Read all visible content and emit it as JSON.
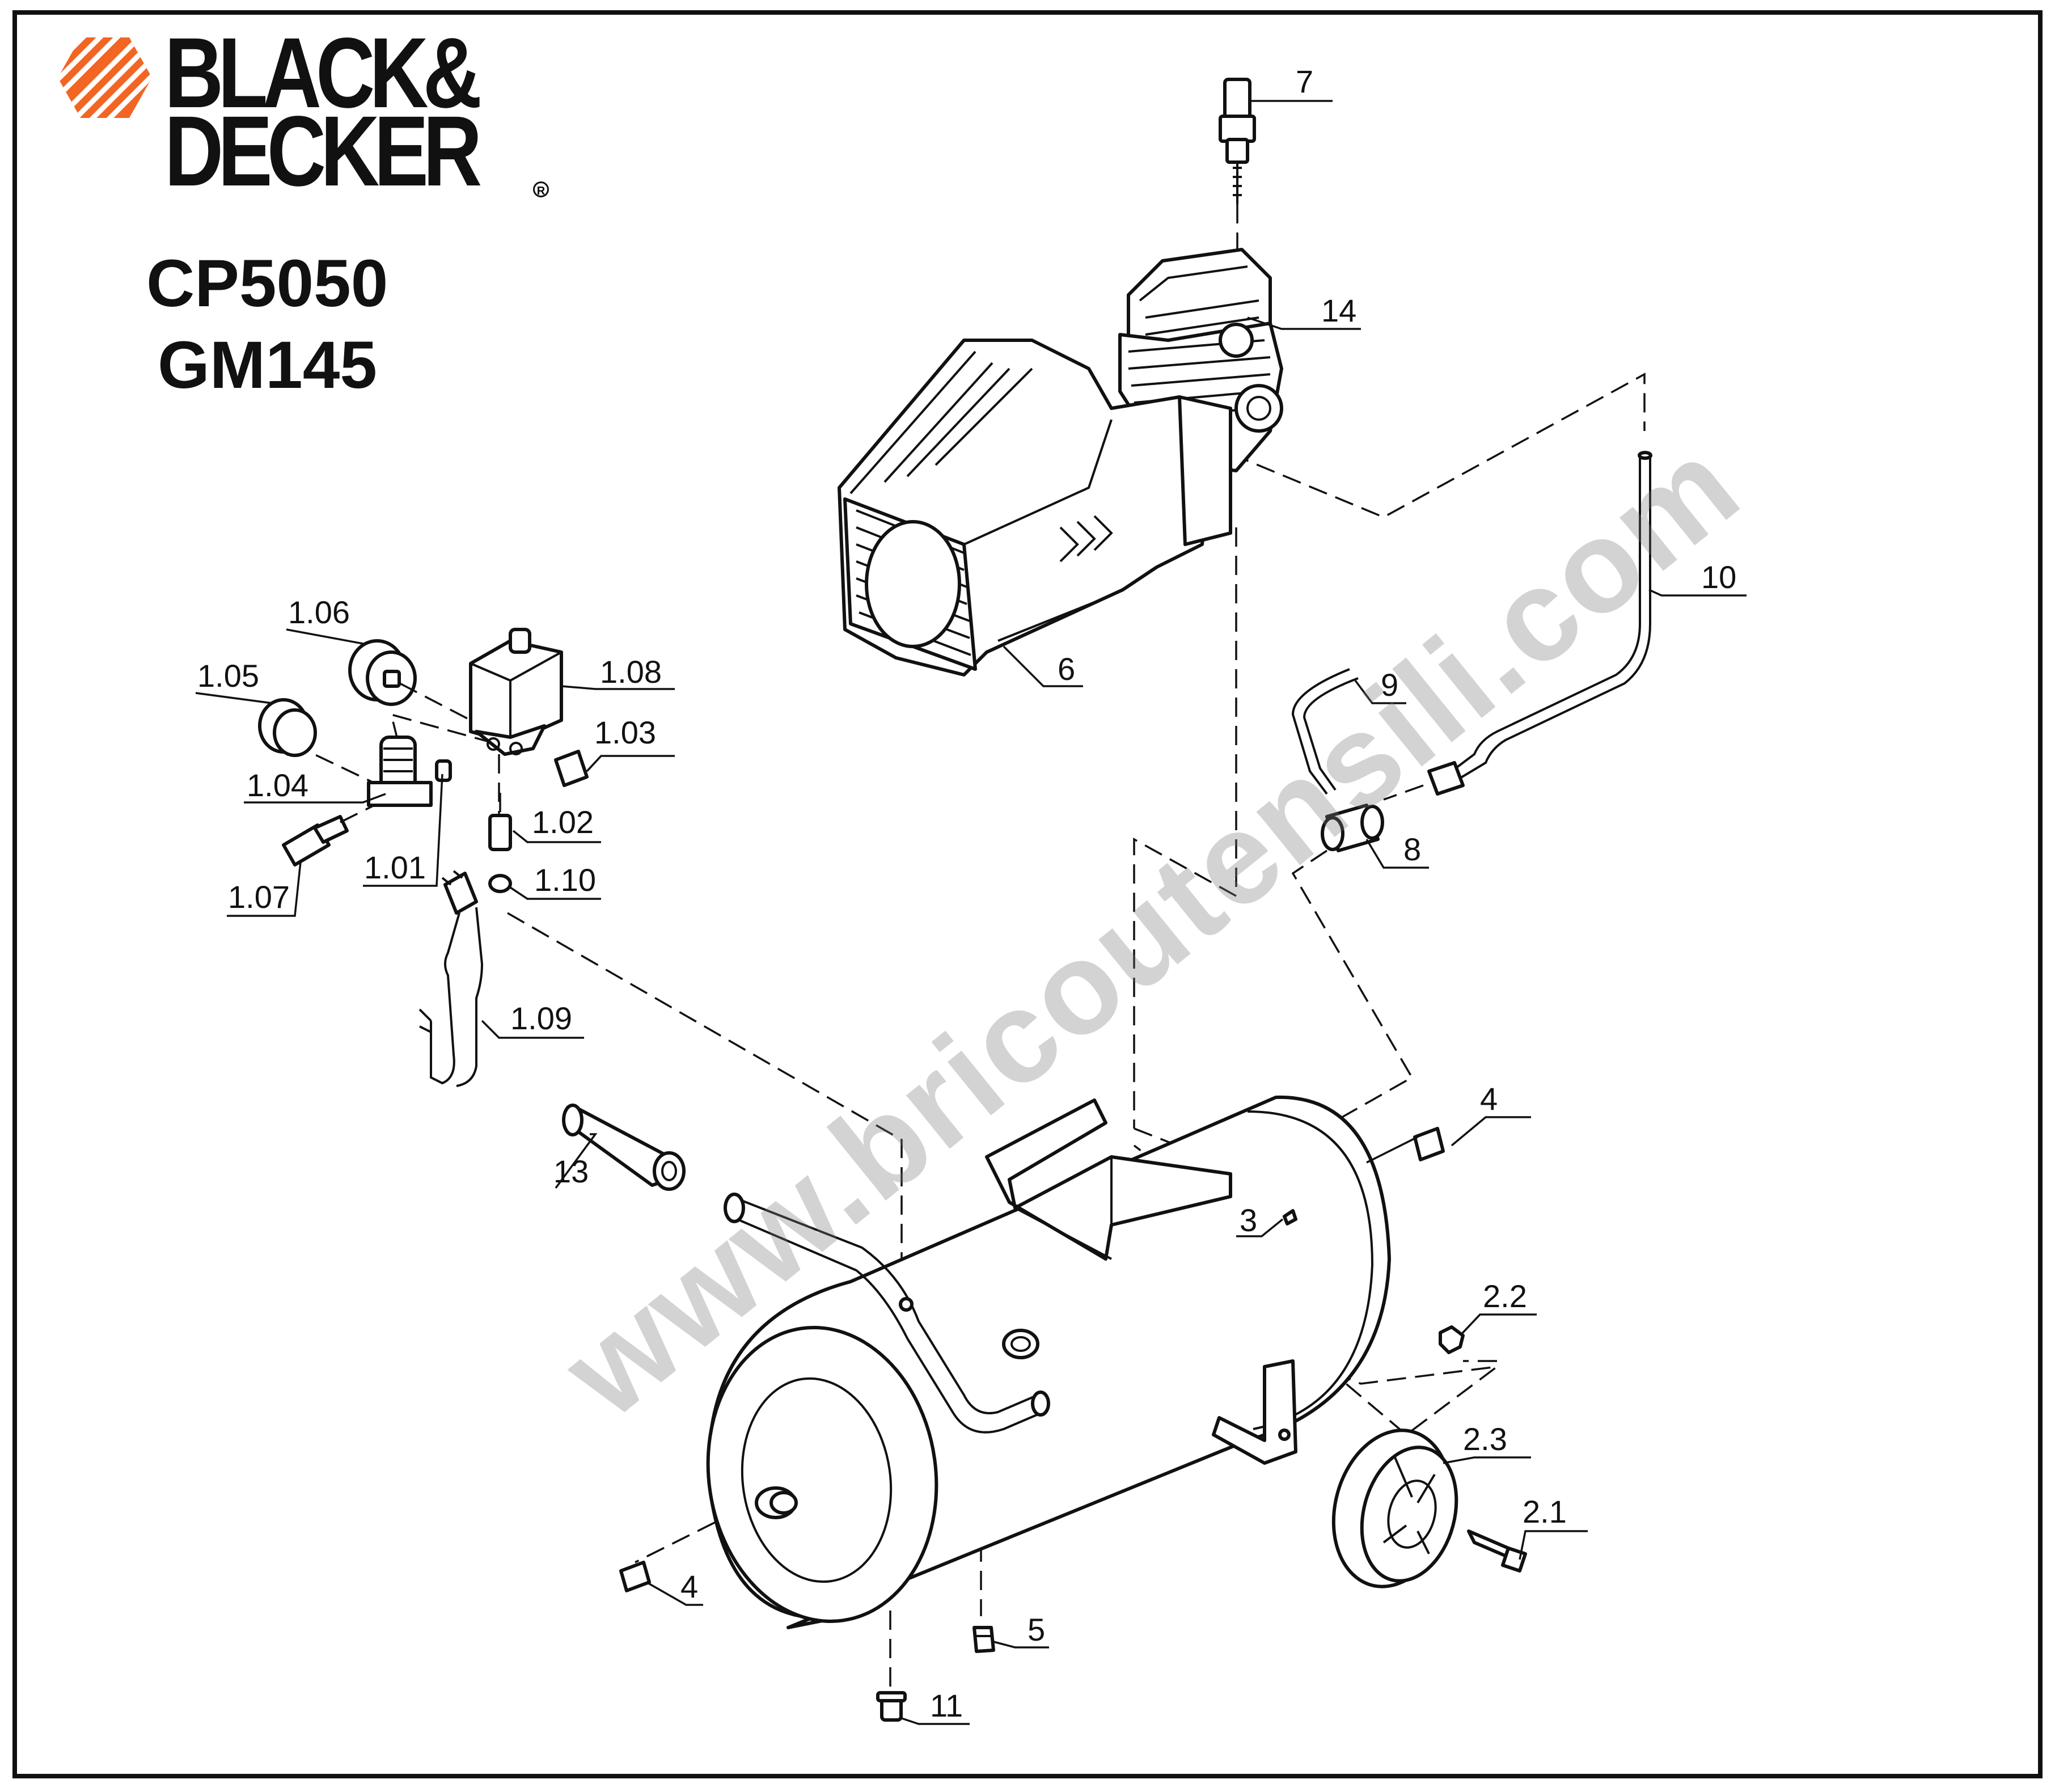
{
  "brand": {
    "line1": "BLACK&",
    "line2": "DECKER",
    "registered": "R",
    "accent_color": "#f26522"
  },
  "models": [
    "CP5050",
    "GM145"
  ],
  "watermark": "www.bricoutensili.com",
  "parts": [
    {
      "id": "7",
      "label": "7"
    },
    {
      "id": "14",
      "label": "14"
    },
    {
      "id": "10",
      "label": "10"
    },
    {
      "id": "6",
      "label": "6"
    },
    {
      "id": "9",
      "label": "9"
    },
    {
      "id": "8",
      "label": "8"
    },
    {
      "id": "1.06",
      "label": "1.06"
    },
    {
      "id": "1.08",
      "label": "1.08"
    },
    {
      "id": "1.05",
      "label": "1.05"
    },
    {
      "id": "1.03",
      "label": "1.03"
    },
    {
      "id": "1.04",
      "label": "1.04"
    },
    {
      "id": "1.02",
      "label": "1.02"
    },
    {
      "id": "1.07",
      "label": "1.07"
    },
    {
      "id": "1.01",
      "label": "1.01"
    },
    {
      "id": "1.10",
      "label": "1.10"
    },
    {
      "id": "1.09",
      "label": "1.09"
    },
    {
      "id": "13",
      "label": "13"
    },
    {
      "id": "4a",
      "label": "4"
    },
    {
      "id": "3",
      "label": "3"
    },
    {
      "id": "2.2",
      "label": "2.2"
    },
    {
      "id": "2.3",
      "label": "2.3"
    },
    {
      "id": "2.1",
      "label": "2.1"
    },
    {
      "id": "4b",
      "label": "4"
    },
    {
      "id": "5",
      "label": "5"
    },
    {
      "id": "11",
      "label": "11"
    }
  ]
}
